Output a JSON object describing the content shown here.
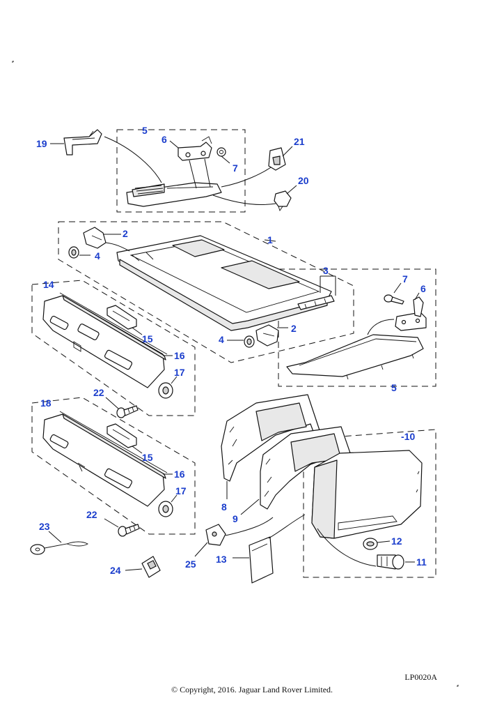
{
  "callouts": {
    "c1": "1",
    "c2a": "2",
    "c2b": "2",
    "c3": "3",
    "c4a": "4",
    "c4b": "4",
    "c5a": "5",
    "c5b": "5",
    "c6a": "6",
    "c6b": "6",
    "c7a": "7",
    "c7b": "7",
    "c8": "8",
    "c9": "9",
    "c10": "-10",
    "c11": "11",
    "c12": "12",
    "c13": "13",
    "c14": "14",
    "c15a": "15",
    "c15b": "15",
    "c16a": "16",
    "c16b": "16",
    "c17a": "17",
    "c17b": "17",
    "c18": "18",
    "c19": "19",
    "c20": "20",
    "c21": "21",
    "c22a": "22",
    "c22b": "22",
    "c23": "23",
    "c24": "24",
    "c25": "25"
  },
  "footer": {
    "reference_code": "LP0020A",
    "copyright": "© Copyright, 2016. Jaguar Land Rover Limited."
  }
}
